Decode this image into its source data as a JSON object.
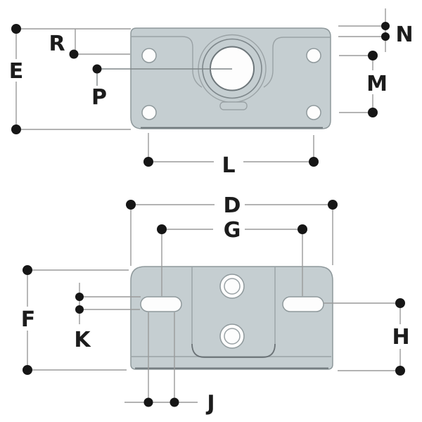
{
  "drawing": {
    "type": "technical-dimension-drawing",
    "part": "bearing-bracket",
    "views": {
      "top_view": {
        "labels": {
          "E": "E",
          "R": "R",
          "P": "P",
          "N": "N",
          "M": "M",
          "L": "L"
        }
      },
      "front_view": {
        "labels": {
          "D": "D",
          "G": "G",
          "F": "F",
          "K": "K",
          "H": "H",
          "J": "J"
        }
      }
    },
    "colors": {
      "plate_fill": "#c5ced1",
      "plate_outline": "#8e989b",
      "inner_line": "#9aa2a5",
      "edge_shadow": "#5a6266",
      "dimension_line": "#9a9a9a",
      "marker_dot": "#161616",
      "label_text": "#1c1c1c",
      "hole_fill": "#fdfdfd",
      "background": "#ffffff"
    }
  }
}
